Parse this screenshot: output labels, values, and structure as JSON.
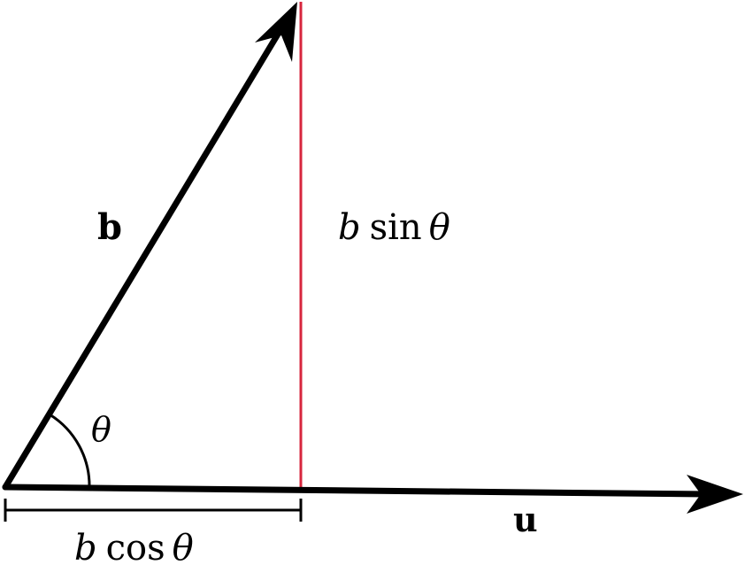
{
  "labels": {
    "vector_b": "b",
    "vector_u": "u",
    "angle": "θ",
    "sin_component": {
      "coef": "b",
      "fn": "sin",
      "arg": "θ"
    },
    "cos_component": {
      "coef": "b",
      "fn": "cos",
      "arg": "θ"
    }
  },
  "colors": {
    "vectors": "#000000",
    "perpendicular": "#d7263d"
  }
}
